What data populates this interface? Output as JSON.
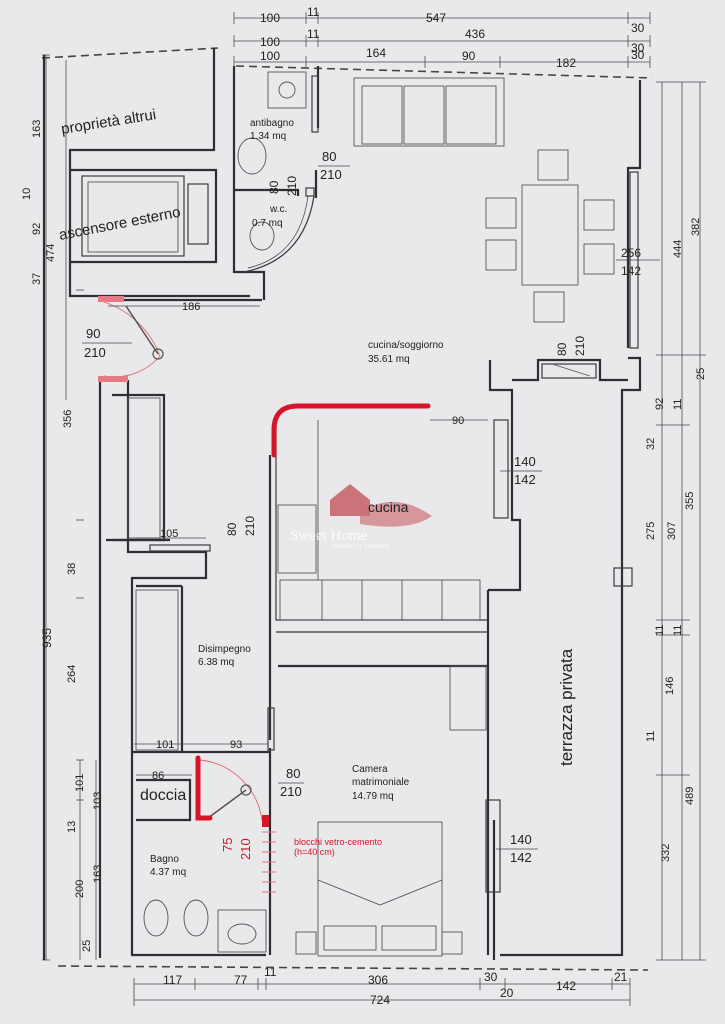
{
  "dims_top": {
    "r1": [
      "100",
      "11",
      "547",
      "30"
    ],
    "r2": [
      "100",
      "11",
      "436",
      "30"
    ],
    "r3": [
      "100",
      "164",
      "90",
      "182",
      "30"
    ]
  },
  "dims_left": {
    "outer": "935",
    "c1": [
      "163",
      "10",
      "92",
      "37",
      "356",
      "38",
      "264",
      "13",
      "101",
      "103",
      "200",
      "163",
      "25"
    ],
    "c2": [
      "474"
    ]
  },
  "dims_right": [
    "382",
    "444",
    "256",
    "142",
    "25",
    "92",
    "11",
    "32",
    "275",
    "307",
    "355",
    "11",
    "11",
    "146",
    "11",
    "489",
    "332"
  ],
  "dims_bottom": {
    "r1": [
      "117",
      "77",
      "11",
      "306",
      "30",
      "142",
      "21"
    ],
    "r2": [
      "20"
    ],
    "total": "724"
  },
  "rooms": {
    "altrui": "proprietà altrui",
    "ascensore": "ascensore esterno",
    "antibagno": "antibagno",
    "antibagno_area": "1.34 mq",
    "wc": "w.c.",
    "wc_area": "0.7 mq",
    "soggiorno": "cucina/soggiorno",
    "soggiorno_area": "35.61 mq",
    "disimpegno": "Disimpegno",
    "disimpegno_area": "6.38 mq",
    "camera1": "Camera",
    "camera2": "matrimoniale",
    "camera_area": "14.79 mq",
    "bagno": "Bagno",
    "bagno_area": "4.37 mq",
    "doccia": "doccia",
    "terrazza": "terrazza privata",
    "cucina": "cucina",
    "blocchi1": "blocchi vetro-cemento",
    "blocchi2": "(h=40 cm)"
  },
  "doors": {
    "d_ingresso": [
      "90",
      "210"
    ],
    "d_antibagno": [
      "80",
      "210"
    ],
    "d_wc": [
      "80",
      "210"
    ],
    "d_terrazza": [
      "80",
      "210"
    ],
    "d_disimpegno": [
      "80",
      "210"
    ],
    "d_camera": [
      "80",
      "210"
    ],
    "d_bagno": [
      "75",
      "210"
    ]
  },
  "windows": {
    "w_soggiorno": [
      "256",
      "142"
    ],
    "w_cucina": [
      "140",
      "142"
    ],
    "w_camera": [
      "140",
      "142"
    ]
  },
  "internal_dims": [
    "186",
    "90",
    "105",
    "101",
    "93",
    "86"
  ],
  "watermark": {
    "brand": "Sweet Home",
    "tagline": "PROPERTY FINDING"
  },
  "colors": {
    "paper": "#e9e8ea",
    "ink": "#2f2f33",
    "annotation_red": "#d6152a",
    "watermark": "#c4565e"
  }
}
